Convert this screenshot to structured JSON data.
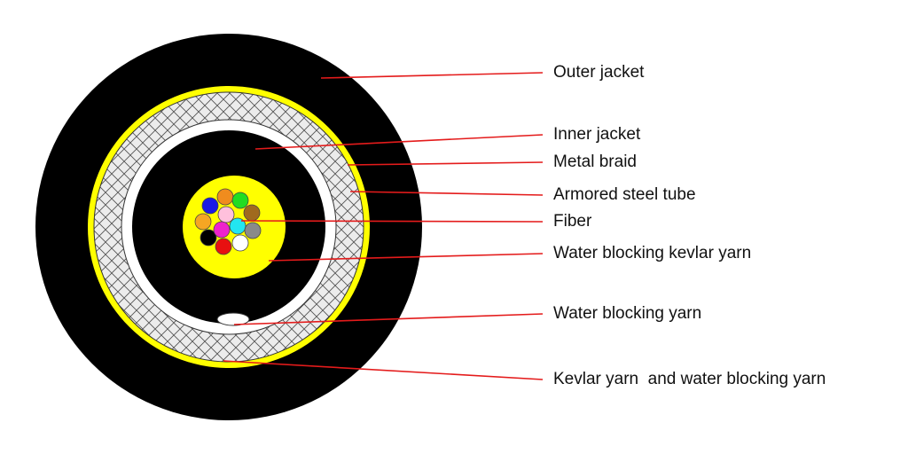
{
  "labels": {
    "outer_jacket": "Outer jacket",
    "inner_jacket": "Inner jacket",
    "metal_braid": "Metal braid",
    "armored_steel_tube": "Armored steel tube",
    "fiber": "Fiber",
    "water_blocking_kevlar_yarn": "Water blocking kevlar yarn",
    "water_blocking_yarn": "Water blocking yarn",
    "kevlar_and_water_blocking_yarn": "Kevlar yarn  and water blocking yarn"
  },
  "colors": {
    "jacket": "#000000",
    "kevlar": "#ffff00",
    "braid_fill": "#ececec",
    "tube": "#ffffff",
    "leader": "#e41b1b"
  },
  "fiber_colors": [
    "#1a1ae6",
    "#f08c1e",
    "#22dd22",
    "#f5a623",
    "#ffc0dc",
    "#a06a1e",
    "#000000",
    "#ee22cc",
    "#22e6f0",
    "#8a8a8a",
    "#e81010",
    "#ffffff"
  ]
}
